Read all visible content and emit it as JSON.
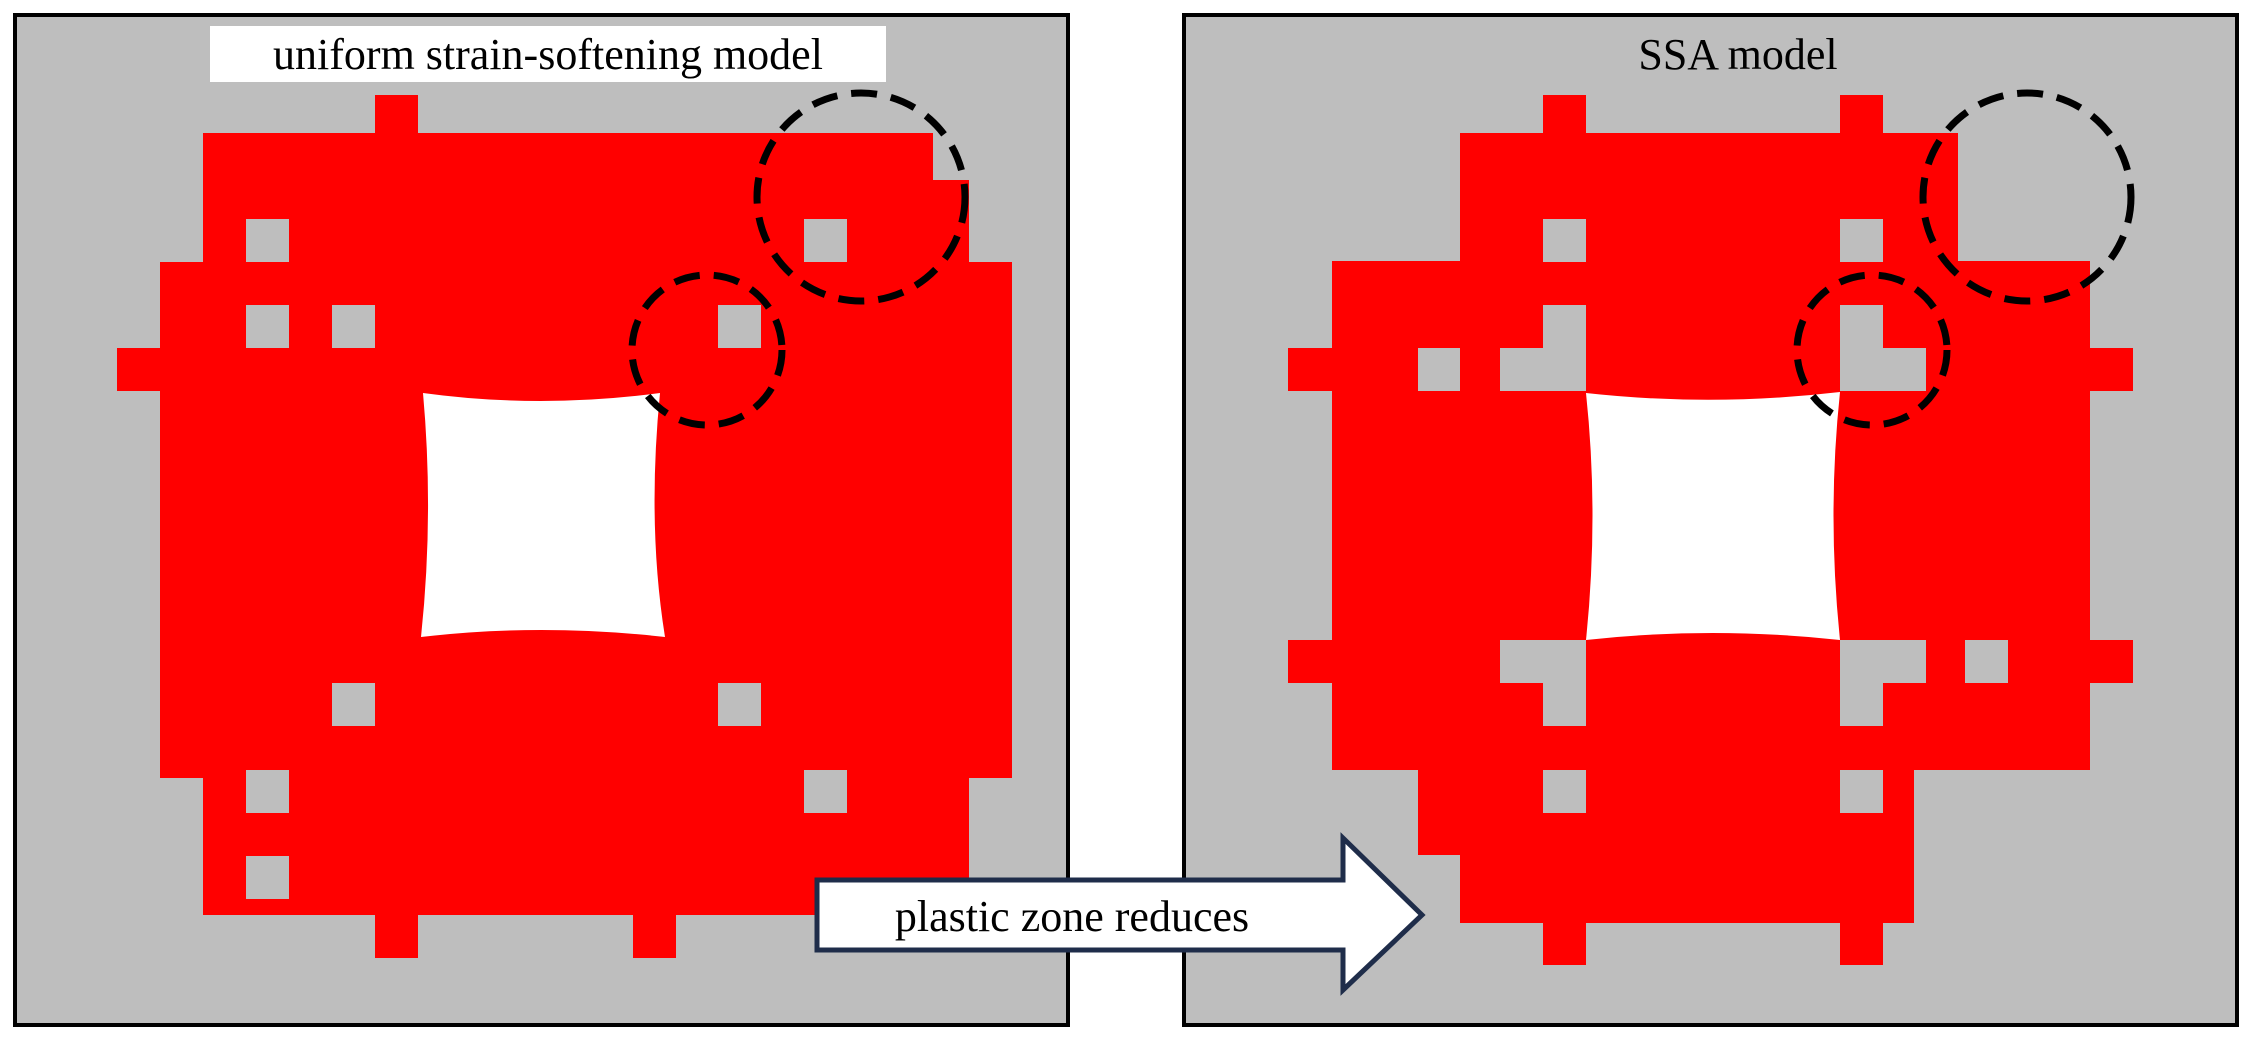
{
  "colors": {
    "background": "#bebebe",
    "plastic_zone": "#ff0000",
    "opening": "#ffffff",
    "frame": "#000000",
    "arrow_fill": "#ffffff",
    "arrow_stroke": "#1f2d4a"
  },
  "panels": [
    {
      "title": "uniform strain-softening model"
    },
    {
      "title": "SSA model"
    }
  ],
  "arrow": {
    "label": "plastic zone reduces"
  }
}
